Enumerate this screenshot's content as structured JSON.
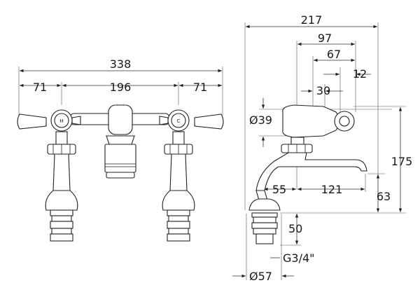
{
  "front_view": {
    "overall_width": "338",
    "left_offset": "71",
    "centres": "196",
    "right_offset": "71",
    "hot_marker": "H",
    "cold_marker": "C"
  },
  "side_view": {
    "overall_depth": "217",
    "handle_to_spout": "97",
    "spout_reach_a": "67",
    "handle_offset": "12",
    "body_offset": "30",
    "handle_diameter": "Ø39",
    "total_height": "175",
    "spout_start": "55",
    "spout_reach": "121",
    "spout_height": "63",
    "shank_length": "50",
    "thread": "G3/4\"",
    "flange_diameter": "Ø57"
  }
}
